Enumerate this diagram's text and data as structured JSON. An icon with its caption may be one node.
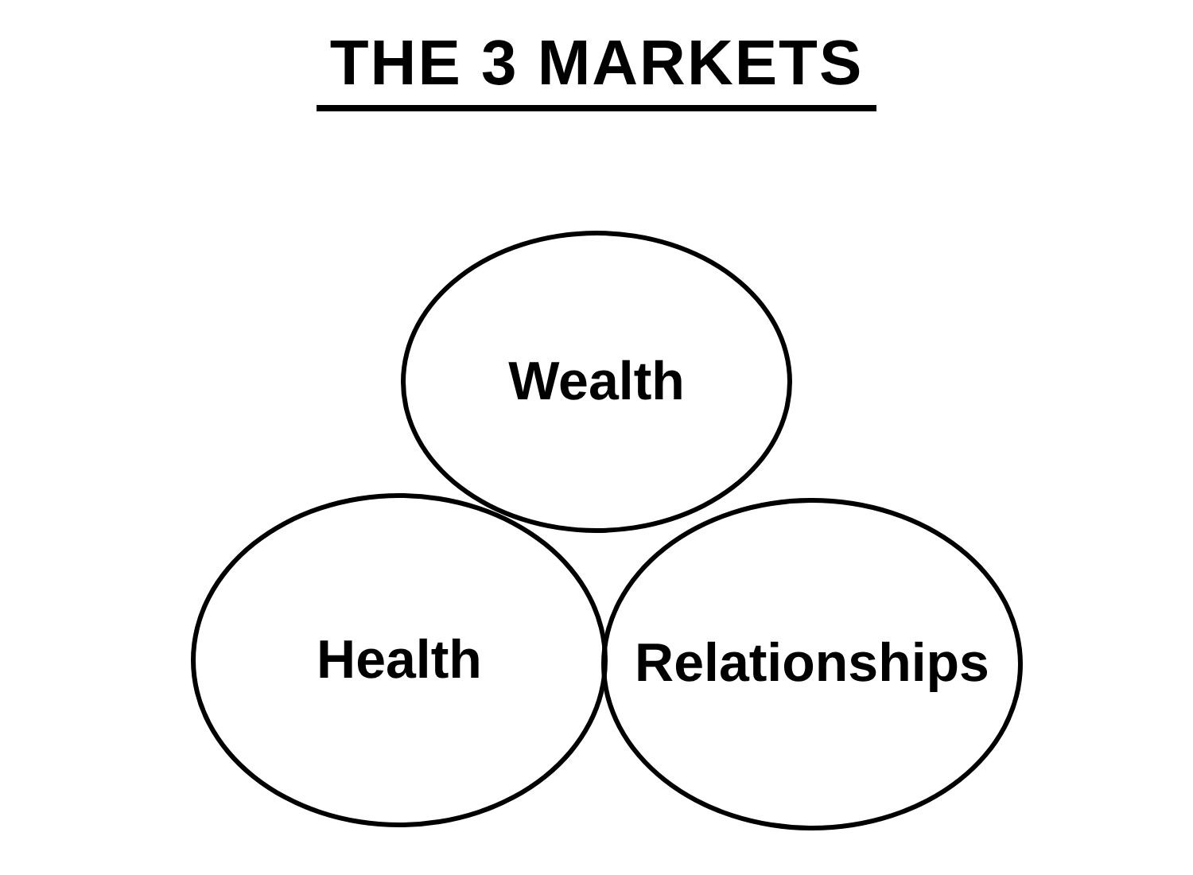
{
  "diagram": {
    "title": "THE 3 MARKETS",
    "nodes": [
      {
        "text": [
          "Wealth"
        ]
      },
      {
        "text": [
          "Health"
        ]
      },
      {
        "text": [
          "Relationships"
        ]
      }
    ]
  }
}
